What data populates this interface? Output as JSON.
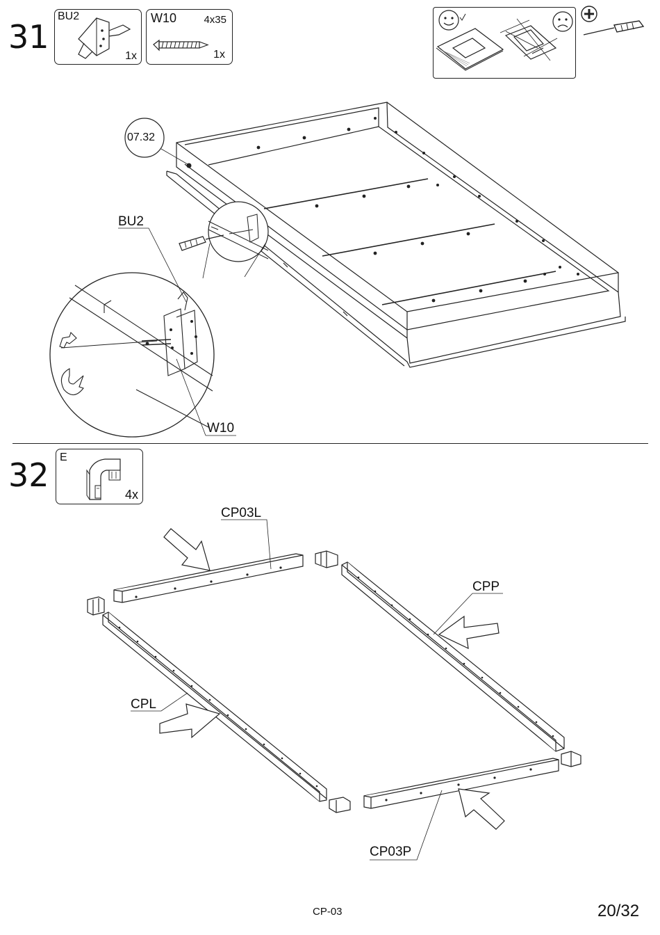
{
  "step31": {
    "number": "31",
    "parts": [
      {
        "code": "BU2",
        "qty": "1x",
        "size": ""
      },
      {
        "code": "W10",
        "qty": "1x",
        "size": "4x35"
      }
    ],
    "callouts": {
      "ref": "07.32",
      "bracket": "BU2",
      "screw": "W10"
    },
    "tips_icons": [
      "happy-face-icon",
      "sad-face-icon",
      "plus-icon",
      "screwdriver-icon"
    ]
  },
  "step32": {
    "number": "32",
    "parts": [
      {
        "code": "E",
        "qty": "4x"
      }
    ],
    "callouts": {
      "top_rail": "CP03L",
      "right_rail": "CPP",
      "left_rail": "CPL",
      "bottom_rail": "CP03P"
    }
  },
  "footer": {
    "code": "CP-03",
    "page": "20/32"
  }
}
